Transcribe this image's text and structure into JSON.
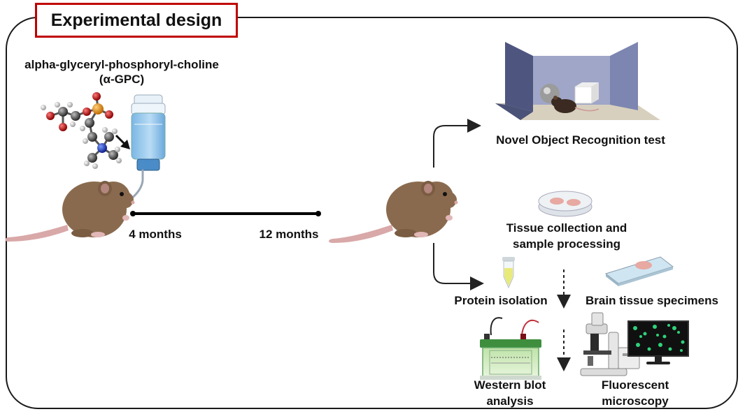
{
  "title": "Experimental design",
  "compound": {
    "name": "alpha-glyceryl-phosphoryl-choline",
    "abbrev": "(α-GPC)"
  },
  "timeline": {
    "start_label": "4 months",
    "end_label": "12 months"
  },
  "outcomes": {
    "behavior": "Novel Object Recognition test",
    "tissue_line1": "Tissue collection and",
    "tissue_line2": "sample processing",
    "protein": "Protein isolation",
    "specimens": "Brain tissue specimens",
    "western_line1": "Western blot",
    "western_line2": "analysis",
    "fluor_line1": "Fluorescent",
    "fluor_line2": "microscopy"
  },
  "colors": {
    "title_border": "#c00000",
    "mouse": "#8a6a4e",
    "tail": "#d9a8a8",
    "bottle_water": "#8cc4ea",
    "bottle_cap": "#4a8cc8",
    "arena_wall": "#5b6490",
    "western_box": "#5aa25a",
    "screen_bg": "#101010",
    "cell_green": "#2fd27a"
  }
}
